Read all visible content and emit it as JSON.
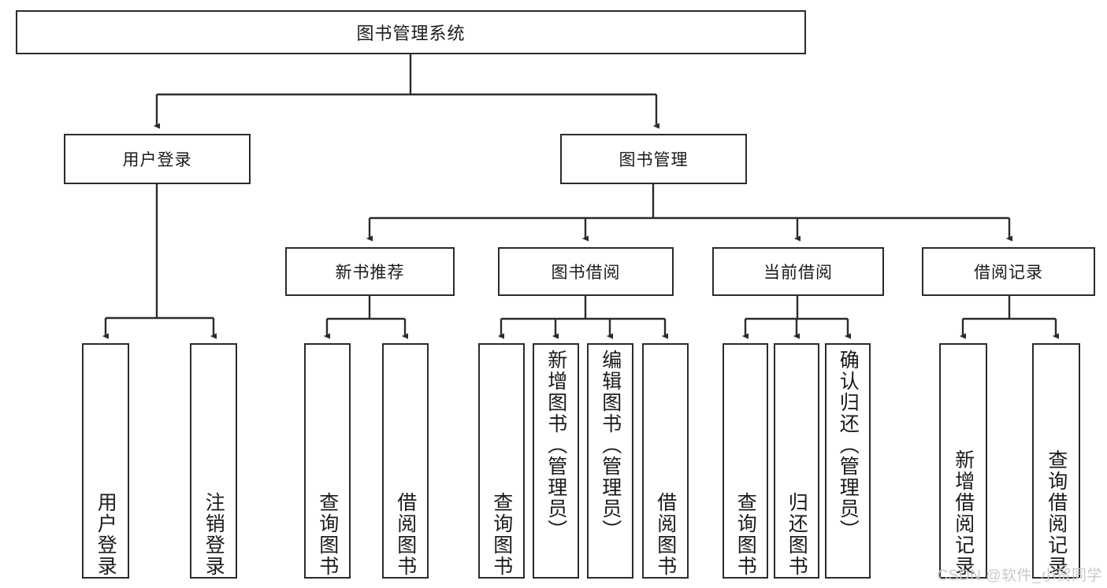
{
  "diagram": {
    "type": "hierarchy-tree",
    "title": "图书管理系统",
    "levels": {
      "root": "图书管理系统",
      "level2": [
        "用户登录",
        "图书管理"
      ],
      "level3": [
        "新书推荐",
        "图书借阅",
        "当前借阅",
        "借阅记录"
      ]
    },
    "nodes": {
      "root": {
        "label": "图书管理系统"
      },
      "user_login": {
        "label": "用户登录"
      },
      "book_manage": {
        "label": "图书管理"
      },
      "new_book_rec": {
        "label": "新书推荐"
      },
      "book_borrow": {
        "label": "图书借阅"
      },
      "current_borrow": {
        "label": "当前借阅"
      },
      "borrow_record": {
        "label": "借阅记录"
      },
      "leaf_user_login": {
        "label": "用户登录"
      },
      "leaf_logout": {
        "label": "注销登录"
      },
      "leaf_query_book_a": {
        "label": "查询图书"
      },
      "leaf_borrow_book_a": {
        "label": "借阅图书"
      },
      "leaf_query_book_b": {
        "label": "查询图书"
      },
      "leaf_add_book": {
        "label": "新增图书（管理员）"
      },
      "leaf_edit_book": {
        "label": "编辑图书（管理员）"
      },
      "leaf_borrow_book_b": {
        "label": "借阅图书"
      },
      "leaf_query_book_c": {
        "label": "查询图书"
      },
      "leaf_return_book": {
        "label": "归还图书"
      },
      "leaf_confirm_return": {
        "label": "确认归还（管理员）"
      },
      "leaf_add_record": {
        "label": "新增借阅记录"
      },
      "leaf_query_record": {
        "label": "查询借阅记录"
      }
    },
    "colors": {
      "stroke": "#2b2b2b",
      "fill": "#ffffff",
      "text": "#1a1a1a",
      "watermark": "#c9c9c9"
    }
  },
  "watermark": {
    "text": "CSDN @软件_小贺同学"
  }
}
